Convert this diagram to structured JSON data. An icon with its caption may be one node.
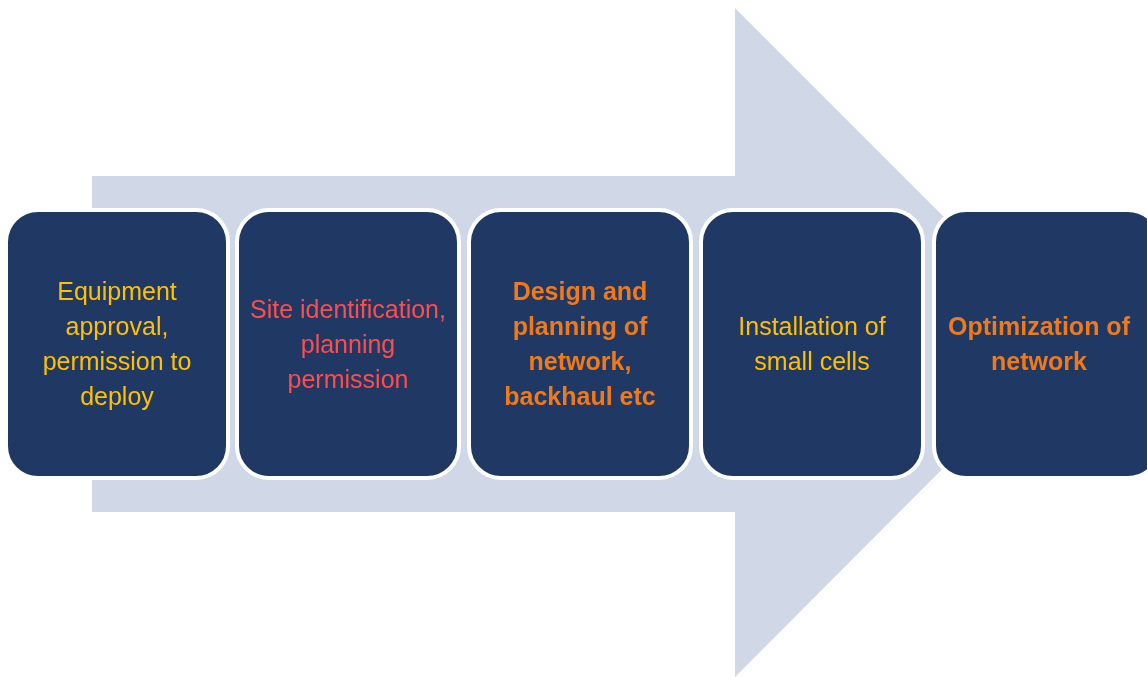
{
  "diagram": {
    "nodes": [
      {
        "text": [
          "Equipment approval, permission to deploy"
        ]
      },
      {
        "text": [
          "Site identification, planning permission"
        ]
      },
      {
        "text": [
          "Design and planning of network, backhaul etc"
        ]
      },
      {
        "text": [
          "Installation of small cells"
        ]
      },
      {
        "text": [
          "Optimization of network"
        ]
      }
    ],
    "edges": [
      {
        "from": 0,
        "to": 4,
        "arrow": "to"
      }
    ]
  }
}
